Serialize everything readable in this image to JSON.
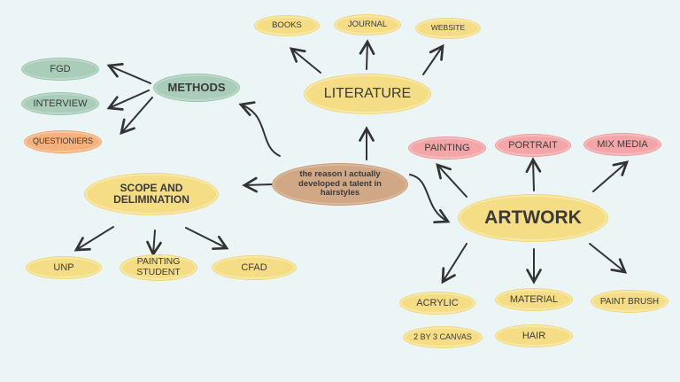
{
  "center": "the reason I actually developed a talent in hairstyles",
  "literature": {
    "title": "LITERATURE",
    "children": [
      "BOOKS",
      "JOURNAL",
      "WEBSITE"
    ]
  },
  "methods": {
    "title": "METHODS",
    "children": [
      "FGD",
      "INTERVIEW",
      "QUESTIONIERS"
    ]
  },
  "scope": {
    "title": "SCOPE AND DELIMINATION",
    "children": [
      "UNP",
      "PAINTING STUDENT",
      "CFAD"
    ]
  },
  "artwork": {
    "title": "ARTWORK",
    "children": [
      "PAINTING",
      "PORTRAIT",
      "MIX MEDIA",
      "ACRYLIC",
      "MATERIAL",
      "PAINT BRUSH",
      "2 BY 3 CANVAS",
      "HAIR"
    ]
  },
  "colors": {
    "background": "#ecf5f6",
    "yellow": "#f5dd86",
    "green": "#a9cdb9",
    "pink": "#f3a5a8",
    "orange": "#f6b07c",
    "brown": "#d1a886",
    "arrow": "#333333"
  }
}
